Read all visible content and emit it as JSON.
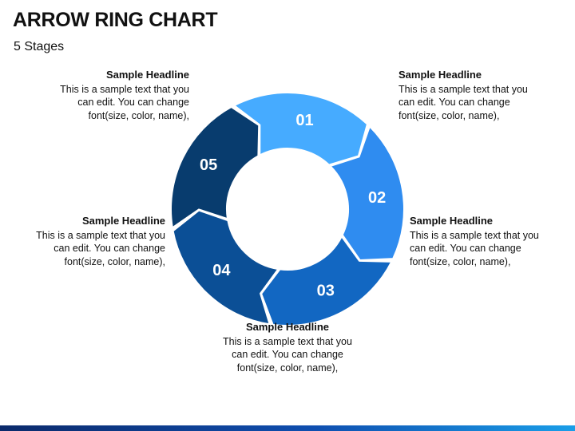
{
  "slide": {
    "title": "ARROW RING CHART",
    "subtitle": "5 Stages"
  },
  "stages": [
    {
      "label": "01",
      "color": "#46abff"
    },
    {
      "label": "02",
      "color": "#2f8cf0"
    },
    {
      "label": "03",
      "color": "#1267c2"
    },
    {
      "label": "04",
      "color": "#0b4f96"
    },
    {
      "label": "05",
      "color": "#083c6e"
    }
  ],
  "callouts": [
    {
      "headline": "Sample Headline",
      "text": "This is a sample text that you\ncan edit. You can change\nfont(size, color, name),"
    },
    {
      "headline": "Sample Headline",
      "text": "This is a sample text that you\ncan edit. You can change\nfont(size, color, name),"
    },
    {
      "headline": "Sample Headline",
      "text": "This is a sample text that you\ncan edit. You can change\nfont(size, color, name),"
    },
    {
      "headline": "Sample Headline",
      "text": "This is a sample text that you\ncan edit. You can change\nfont(size, color, name),"
    },
    {
      "headline": "Sample Headline",
      "text": "This is a sample text that you\ncan edit. You can change\nfont(size, color, name),"
    }
  ],
  "footer": {
    "colors": [
      "#0b2a6b",
      "#0f4fb0",
      "#1a9ee8"
    ]
  }
}
